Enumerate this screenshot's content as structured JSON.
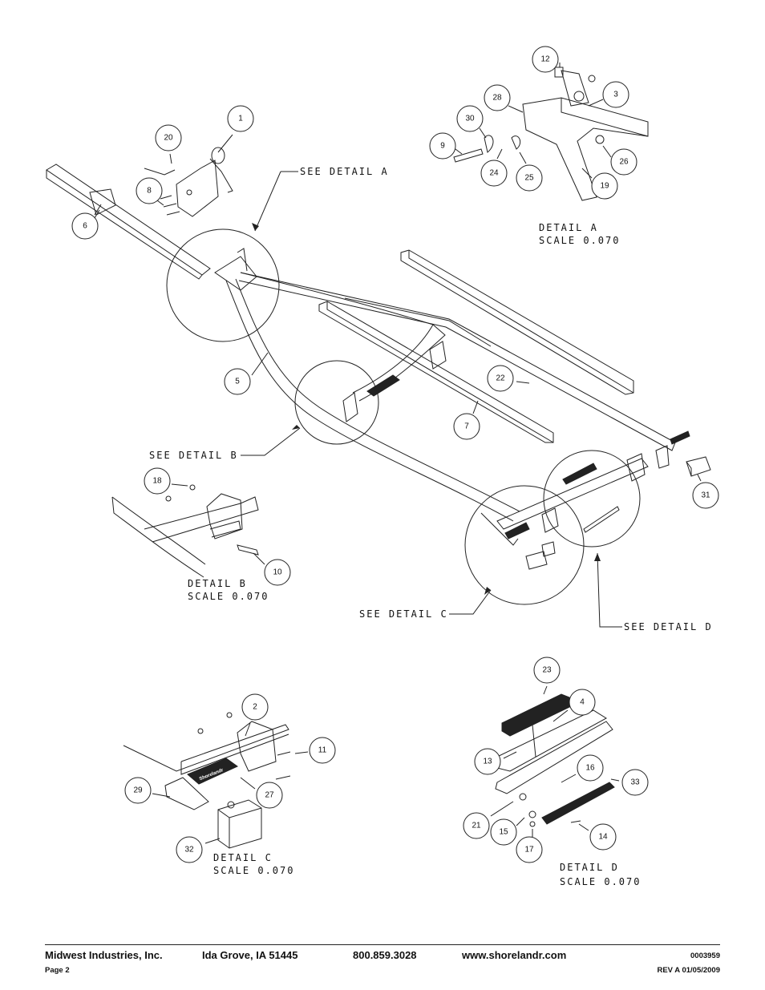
{
  "callouts": [
    {
      "id": "1"
    },
    {
      "id": "2"
    },
    {
      "id": "3"
    },
    {
      "id": "4"
    },
    {
      "id": "5"
    },
    {
      "id": "6"
    },
    {
      "id": "7"
    },
    {
      "id": "8"
    },
    {
      "id": "9"
    },
    {
      "id": "10"
    },
    {
      "id": "11"
    },
    {
      "id": "12"
    },
    {
      "id": "13"
    },
    {
      "id": "14"
    },
    {
      "id": "15"
    },
    {
      "id": "16"
    },
    {
      "id": "17"
    },
    {
      "id": "18"
    },
    {
      "id": "19"
    },
    {
      "id": "20"
    },
    {
      "id": "21"
    },
    {
      "id": "22"
    },
    {
      "id": "23"
    },
    {
      "id": "24"
    },
    {
      "id": "25"
    },
    {
      "id": "26"
    },
    {
      "id": "27"
    },
    {
      "id": "28"
    },
    {
      "id": "29"
    },
    {
      "id": "30"
    },
    {
      "id": "31"
    },
    {
      "id": "32"
    },
    {
      "id": "33"
    }
  ],
  "labels": {
    "see_detail_a": "SEE DETAIL  A",
    "see_detail_b": "SEE DETAIL  B",
    "see_detail_c": "SEE DETAIL  C",
    "see_detail_d": "SEE DETAIL  D",
    "detail_a": "DETAIL  A",
    "detail_b": "DETAIL  B",
    "detail_c": "DETAIL  C",
    "detail_d": "DETAIL  D",
    "scale": "SCALE  0.070"
  },
  "footer": {
    "company": "Midwest Industries, Inc.",
    "city": "Ida Grove, IA  51445",
    "phone": "800.859.3028",
    "website": "www.shorelandr.com",
    "doc_number": "0003959",
    "page": "Page 2",
    "revision": "REV A   01/05/2009"
  },
  "brand_mark": "Shorelandr"
}
